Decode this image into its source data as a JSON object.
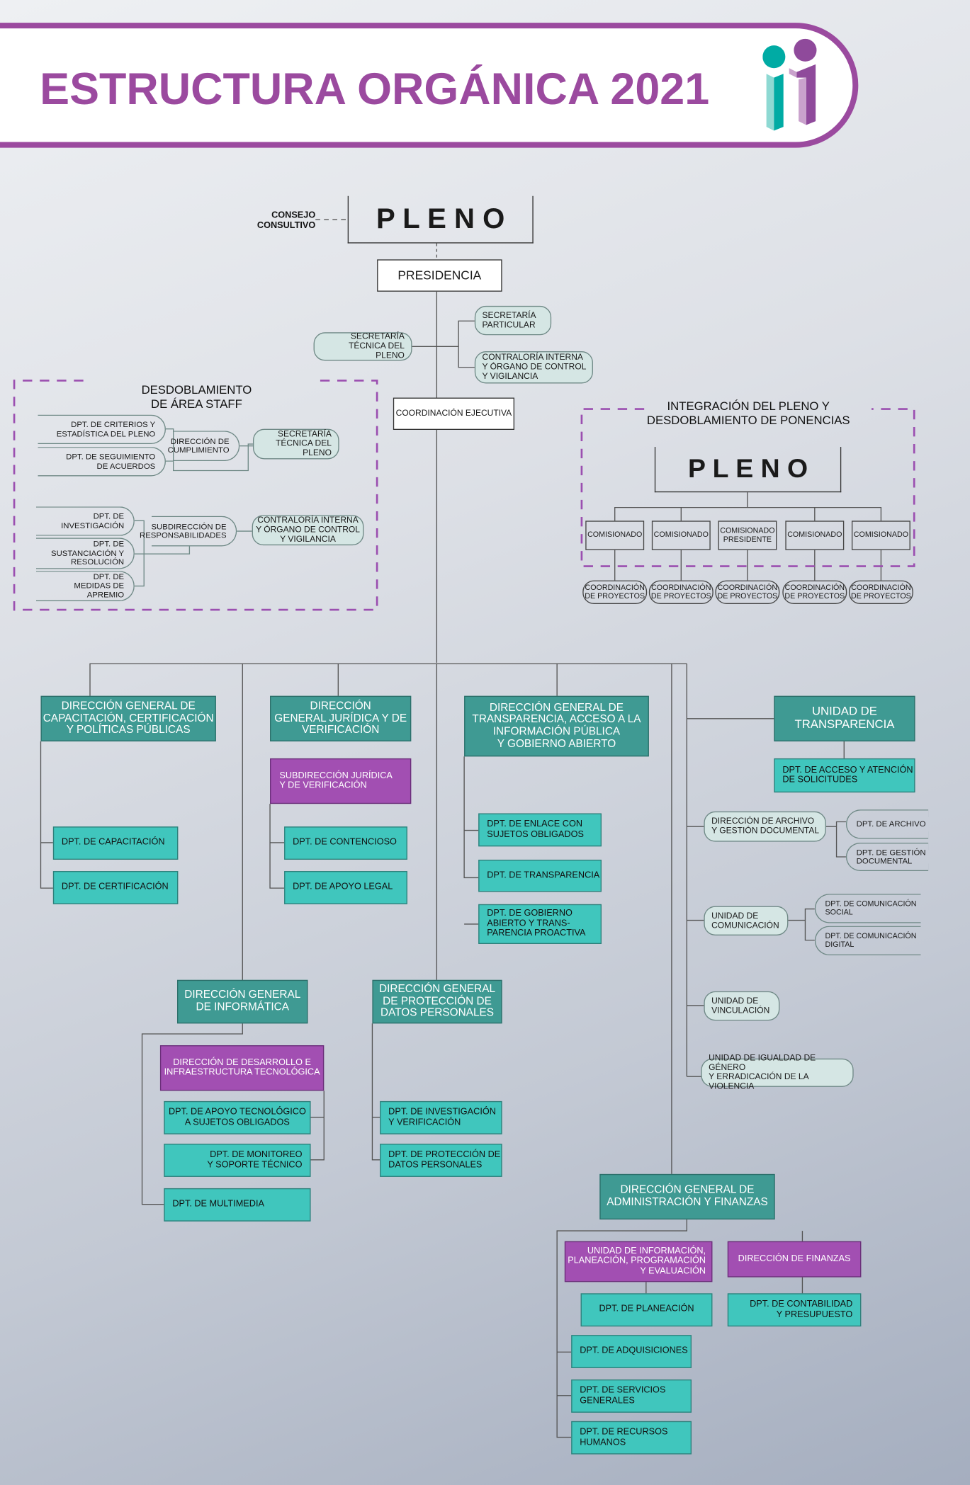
{
  "header": {
    "title": "ESTRUCTURA ORGÁNICA 2021",
    "logo": "logo-i-i"
  },
  "colors": {
    "purple": "#9b4a9f",
    "dark_teal": "#3f9a93",
    "bright_teal": "#40c6bd",
    "pale": "#d5e6e4"
  },
  "top": {
    "pleno": "P L E N O",
    "consejo": "CONSEJO\nCONSULTIVO",
    "presidencia": "PRESIDENCIA",
    "sec_particular": "SECRETARÍA\nPARTICULAR",
    "sec_tecnica": "SECRETARÍA\nTÉCNICA DEL PLENO",
    "contraloria": "CONTRALORÍA INTERNA\nY ÓRGANO DE CONTROL\nY VIGILANCIA",
    "coord_ejecutiva": "COORDINACIÓN EJECUTIVA"
  },
  "staff": {
    "title": "DESDOBLAMIENTO\nDE ÁREA STAFF",
    "criterios": "DPT. DE CRITERIOS Y\nESTADÍSTICA DEL PLENO",
    "seguimiento": "DPT. DE SEGUIMIENTO\nDE ACUERDOS",
    "cumplimiento": "DIRECCIÓN DE\nCUMPLIMIENTO",
    "sec_tecnica": "SECRETARÍA\nTÉCNICA DEL PLENO",
    "investigacion": "DPT. DE\nINVESTIGACIÓN",
    "sustanciacion": "DPT. DE\nSUSTANCIACIÓN Y\nRESOLUCIÓN",
    "medidas": "DPT. DE\nMEDIDAS DE APREMIO",
    "responsabilidades": "SUBDIRECCIÓN DE\nRESPONSABILIDADES",
    "contraloria": "CONTRALORÍA INTERNA\nY ÓRGANO DE CONTROL\nY VIGILANCIA"
  },
  "integracion": {
    "title": "INTEGRACIÓN DEL PLENO Y\nDESDOBLAMIENTO DE PONENCIAS",
    "pleno": "P L E N O",
    "comisionados": [
      "COMISIONADO",
      "COMISIONADO",
      "COMISIONADO\nPRESIDENTE",
      "COMISIONADO",
      "COMISIONADO"
    ],
    "coordinaciones": [
      "COORDINACIÓN\nDE PROYECTOS",
      "COORDINACIÓN\nDE PROYECTOS",
      "COORDINACIÓN\nDE PROYECTOS",
      "COORDINACIÓN\nDE PROYECTOS",
      "COORDINACIÓN\nDE PROYECTOS"
    ]
  },
  "capacitacion": {
    "dg": "DIRECCIÓN GENERAL DE\nCAPACITACIÓN, CERTIFICACIÓN\nY POLÍTICAS PÚBLICAS",
    "d1": "DPT. DE CAPACITACIÓN",
    "d2": "DPT. DE CERTIFICACIÓN"
  },
  "juridica": {
    "dg": "DIRECCIÓN\nGENERAL JURÍDICA Y DE\nVERIFICACIÓN",
    "sub": "SUBDIRECCIÓN JURÍDICA\nY DE VERIFICACIÓN",
    "d1": "DPT. DE CONTENCIOSO",
    "d2": "DPT. DE APOYO LEGAL"
  },
  "transparencia": {
    "dg": "DIRECCIÓN GENERAL DE\nTRANSPARENCIA, ACCESO A LA\nINFORMACIÓN PÚBLICA\nY GOBIERNO ABIERTO",
    "d1": "DPT. DE ENLACE CON\nSUJETOS OBLIGADOS",
    "d2": "DPT. DE TRANSPARENCIA",
    "d3": "DPT. DE GOBIERNO\nABIERTO Y TRANS-\nPARENCIA PROACTIVA"
  },
  "unidad_transparencia": {
    "title": "UNIDAD DE\nTRANSPARENCIA",
    "d1": "DPT. DE ACCESO Y ATENCIÓN\nDE SOLICITUDES"
  },
  "derecha": {
    "archivo": "DIRECCIÓN DE ARCHIVO\nY GESTIÓN DOCUMENTAL",
    "dpt_archivo": "DPT. DE ARCHIVO",
    "dpt_gestion": "DPT. DE GESTIÓN\nDOCUMENTAL",
    "comunicacion": "UNIDAD DE\nCOMUNICACIÓN",
    "com_social": "DPT. DE COMUNICACIÓN SOCIAL",
    "com_digital": "DPT. DE COMUNICACIÓN DIGITAL",
    "vinculacion": "UNIDAD DE\nVINCULACIÓN",
    "igualdad": "UNIDAD DE IGUALDAD DE GÉNERO\nY ERRADICACIÓN DE LA VIOLENCIA"
  },
  "informatica": {
    "dg": "DIRECCIÓN GENERAL\nDE INFORMÁTICA",
    "dir": "DIRECCIÓN DE DESARROLLO E\nINFRAESTRUCTURA TECNOLÓGICA",
    "d1": "DPT. DE APOYO TECNOLÓGICO\nA SUJETOS OBLIGADOS",
    "d2": "DPT. DE MONITOREO\nY SOPORTE TÉCNICO",
    "d3": "DPT. DE MULTIMEDIA"
  },
  "datos": {
    "dg": "DIRECCIÓN GENERAL\nDE PROTECCIÓN DE\nDATOS PERSONALES",
    "d1": "DPT. DE INVESTIGACIÓN\nY VERIFICACIÓN",
    "d2": "DPT. DE PROTECCIÓN DE\nDATOS PERSONALES"
  },
  "administracion": {
    "dg": "DIRECCIÓN GENERAL DE\nADMINISTRACIÓN Y FINANZAS",
    "unidad": "UNIDAD DE INFORMACIÓN,\nPLANEACIÓN, PROGRAMACIÓN\nY EVALUACIÓN",
    "finanzas": "DIRECCIÓN DE FINANZAS",
    "planeacion": "DPT. DE PLANEACIÓN",
    "contabilidad": "DPT. DE CONTABILIDAD\nY PRESUPUESTO",
    "adquisiciones": "DPT. DE ADQUISICIONES",
    "servicios": "DPT. DE SERVICIOS\nGENERALES",
    "rh": "DPT. DE RECURSOS\nHUMANOS"
  }
}
